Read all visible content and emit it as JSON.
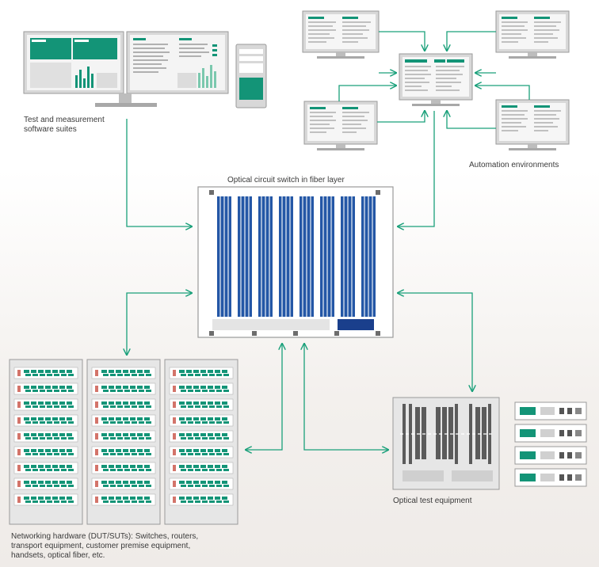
{
  "labels": {
    "test_software": [
      "Test and measurement",
      "software suites"
    ],
    "automation": "Automation environments",
    "switch": "Optical circuit switch in fiber layer",
    "networking": [
      "Networking hardware (DUT/SUTs): Switches, routers,",
      "transport equipment, customer premise equipment,",
      "handsets, optical fiber, etc."
    ],
    "optical_test": "Optical test equipment"
  },
  "colors": {
    "teal": "#139477",
    "teal_light": "#7bc8ae",
    "blue": "#2457a6",
    "blue_dark": "#1a3f8c",
    "arrow": "#1aa07a",
    "device_bg": "#e6e6e6",
    "device_border": "#9a9a9a"
  }
}
